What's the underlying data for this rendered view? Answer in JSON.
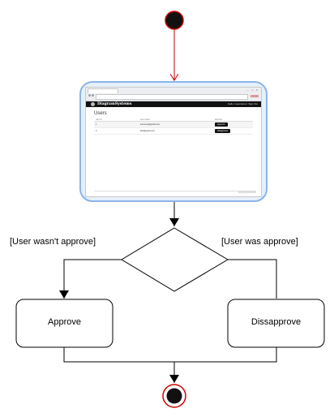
{
  "guards": {
    "left": "[User wasn't approve]",
    "right": "[User was approve]"
  },
  "nodes": {
    "approve": "Approve",
    "disapprove": "Dissapprove"
  },
  "screenshot": {
    "brand": "DiagramSystems",
    "nav_right": "Hello <username>  Sign Out",
    "heading": "Users",
    "columns": [
      "user id",
      "user email",
      "approve"
    ],
    "rows": [
      {
        "id": "1",
        "email": "someone@gmail.com",
        "action": "Approve"
      },
      {
        "id": "2",
        "email": "abc@gmail.com",
        "action": "Disapprove"
      }
    ]
  },
  "colors": {
    "start_fill": "#111111",
    "start_stroke": "#cc0000",
    "first_arrow": "#cc0000",
    "line": "#000000",
    "frame": "#8ab4e8"
  }
}
